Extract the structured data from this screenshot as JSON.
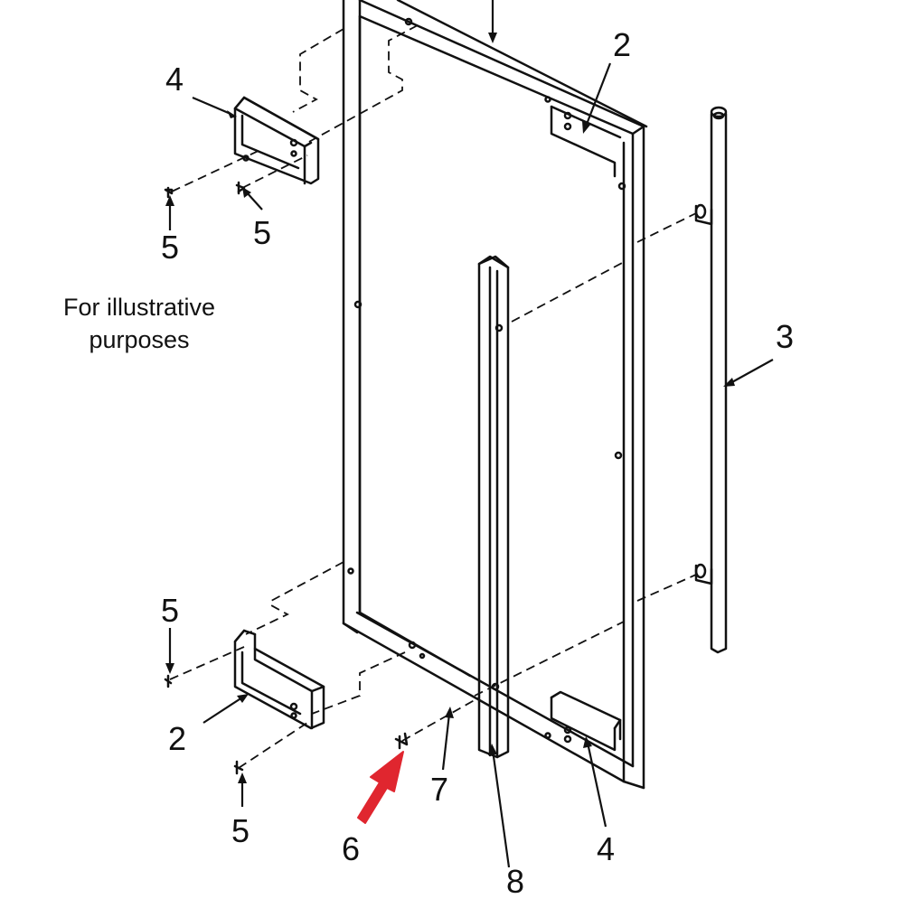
{
  "callouts": {
    "top_left_4": "4",
    "top_right_2": "2",
    "handle_3": "3",
    "screw_5a": "5",
    "screw_5b": "5",
    "screw_5c": "5",
    "screw_5d": "5",
    "bottom_left_2": "2",
    "screw_6": "6",
    "part_7": "7",
    "trim_8": "8",
    "bottom_right_4": "4"
  },
  "note": {
    "line1": "For illustrative",
    "line2": "purposes"
  },
  "colors": {
    "line": "#111111",
    "highlight_arrow": "#e0262f",
    "background": "#ffffff"
  }
}
